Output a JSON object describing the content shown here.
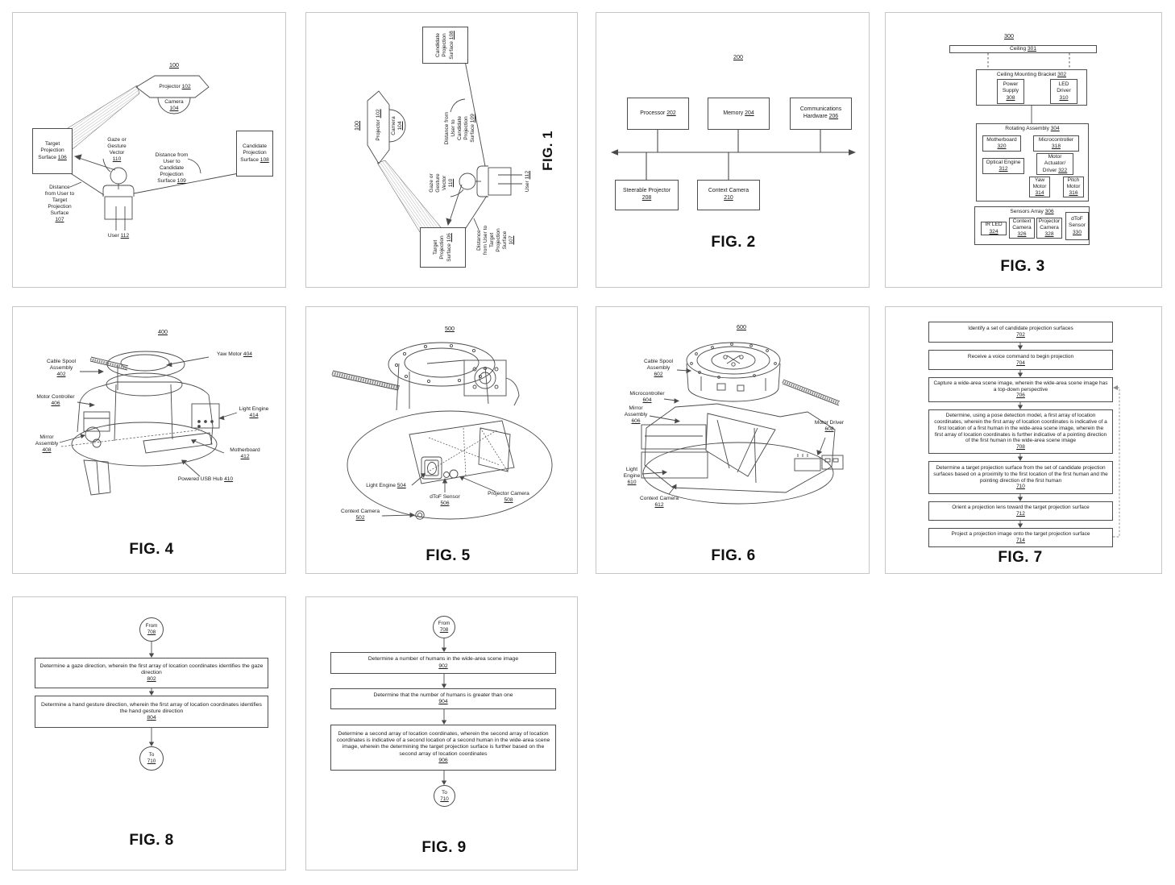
{
  "page": {
    "background": "#ffffff",
    "panel_border": "#c6c6c6",
    "line_color": "#4d4d4d"
  },
  "fig1": {
    "ref": "100",
    "caption": "FIG. 1",
    "projector": {
      "t": "Projector",
      "n": "102"
    },
    "camera": {
      "t": "Camera",
      "n": "104"
    },
    "target_surface": {
      "t": "Target Projection Surface",
      "n": "106"
    },
    "candidate_surface": {
      "t": "Candidate Projection Surface",
      "n": "108"
    },
    "gaze": {
      "t": "Gaze or Gesture Vector",
      "n": "110"
    },
    "dist_candidate": {
      "t": "Distance from User to Candidate Projection Surface",
      "n": "109"
    },
    "dist_target": {
      "t": "Distance from User to Target Projection Surface",
      "n": "107"
    },
    "user": {
      "t": "User",
      "n": "112"
    }
  },
  "fig2": {
    "ref": "200",
    "caption": "FIG. 2",
    "processor": {
      "t": "Processor",
      "n": "202"
    },
    "memory": {
      "t": "Memory",
      "n": "204"
    },
    "comms": {
      "t": "Communications Hardware",
      "n": "206"
    },
    "steerable_projector": {
      "t": "Steerable Projector",
      "n": "208"
    },
    "context_camera": {
      "t": "Context Camera",
      "n": "210"
    }
  },
  "fig3": {
    "ref": "300",
    "caption": "FIG. 3",
    "ceiling": {
      "t": "Ceiling",
      "n": "301"
    },
    "bracket": {
      "t": "Ceiling Mounting Bracket",
      "n": "302"
    },
    "power": {
      "t": "Power Supply",
      "n": "308"
    },
    "led": {
      "t": "LED Driver",
      "n": "310"
    },
    "rotating": {
      "t": "Rotating Assembly",
      "n": "304"
    },
    "motherboard": {
      "t": "Motherboard",
      "n": "320"
    },
    "micro": {
      "t": "Microcontroller",
      "n": "318"
    },
    "optical": {
      "t": "Optical Engine",
      "n": "312"
    },
    "motor_ad": {
      "t": "Motor Actuator/ Driver",
      "n": "322"
    },
    "yaw": {
      "t": "Yaw Motor",
      "n": "314"
    },
    "pitch": {
      "t": "Pitch Motor",
      "n": "316"
    },
    "sensors": {
      "t": "Sensors Array",
      "n": "306"
    },
    "irled": {
      "t": "IR LED",
      "n": "324"
    },
    "ctx_cam": {
      "t": "Context Camera",
      "n": "326"
    },
    "proj_cam": {
      "t": "Projector Camera",
      "n": "328"
    },
    "dtof": {
      "t": "dToF Sensor",
      "n": "330"
    }
  },
  "fig4": {
    "ref": "400",
    "caption": "FIG. 4",
    "cable_spool": {
      "t": "Cable Spool Assembly",
      "n": "402"
    },
    "yaw": {
      "t": "Yaw Motor",
      "n": "404"
    },
    "motor_ctrl": {
      "t": "Motor Controller",
      "n": "406"
    },
    "mirror": {
      "t": "Mirror Assembly",
      "n": "408"
    },
    "light": {
      "t": "Light Engine",
      "n": "414"
    },
    "motherboard": {
      "t": "Motherboard",
      "n": "412"
    },
    "usb": {
      "t": "Powered USB Hub",
      "n": "410"
    }
  },
  "fig5": {
    "ref": "500",
    "caption": "FIG. 5",
    "light": {
      "t": "Light Engine",
      "n": "504"
    },
    "dtof": {
      "t": "dToF Sensor",
      "n": "506"
    },
    "proj_cam": {
      "t": "Projector Camera",
      "n": "508"
    },
    "ctx_cam": {
      "t": "Context Camera",
      "n": "502"
    }
  },
  "fig6": {
    "ref": "600",
    "caption": "FIG. 6",
    "cable_spool": {
      "t": "Cable Spool Assembly",
      "n": "602"
    },
    "micro": {
      "t": "Microcontroller",
      "n": "604"
    },
    "mirror": {
      "t": "Mirror Assembly",
      "n": "606"
    },
    "motor_driver": {
      "t": "Motor Driver",
      "n": "608"
    },
    "light": {
      "t": "Light Engine",
      "n": "610"
    },
    "ctx_cam": {
      "t": "Context Camera",
      "n": "612"
    }
  },
  "fig7": {
    "caption": "FIG. 7",
    "steps": [
      {
        "t": "Identify a set of candidate projection surfaces",
        "n": "702"
      },
      {
        "t": "Receive a voice command to begin projection",
        "n": "704"
      },
      {
        "t": "Capture a wide-area scene image, wherein the wide-area scene image has a top-down perspective",
        "n": "706"
      },
      {
        "t": "Determine, using a pose detection model, a first array of location coordinates, wherein the first array of location coordinates is indicative of a first location of a first human in the wide-area scene image, wherein the first array of location coordinates is further indicative of a pointing direction of the first human in the wide-area scene image",
        "n": "708"
      },
      {
        "t": "Determine a target projection surface from the set of candidate projection surfaces based on a proximity to the first location of the first human and the pointing direction of the first human",
        "n": "710"
      },
      {
        "t": "Orient a projection lens toward the target projection surface",
        "n": "712"
      },
      {
        "t": "Project a projection image onto the target projection surface",
        "n": "714"
      }
    ]
  },
  "fig8": {
    "caption": "FIG. 8",
    "from": {
      "t": "From",
      "n": "708"
    },
    "to": {
      "t": "To",
      "n": "710"
    },
    "steps": [
      {
        "t": "Determine a gaze direction, wherein the first array of location coordinates identifies the gaze direction",
        "n": "802"
      },
      {
        "t": "Determine a hand gesture direction, wherein the first array of location coordinates identifies the hand gesture direction",
        "n": "804"
      }
    ]
  },
  "fig9": {
    "caption": "FIG. 9",
    "from": {
      "t": "From",
      "n": "708"
    },
    "to": {
      "t": "To",
      "n": "710"
    },
    "steps": [
      {
        "t": "Determine a number of humans in the wide-area scene image",
        "n": "902"
      },
      {
        "t": "Determine that the number of humans is greater than one",
        "n": "904"
      },
      {
        "t": "Determine a second array of location coordinates, wherein the second array of location coordinates is indicative of a second location of a second human in the wide-area scene image, wherein the determining the target projection surface is further based on the second array of location coordinates",
        "n": "906"
      }
    ]
  }
}
